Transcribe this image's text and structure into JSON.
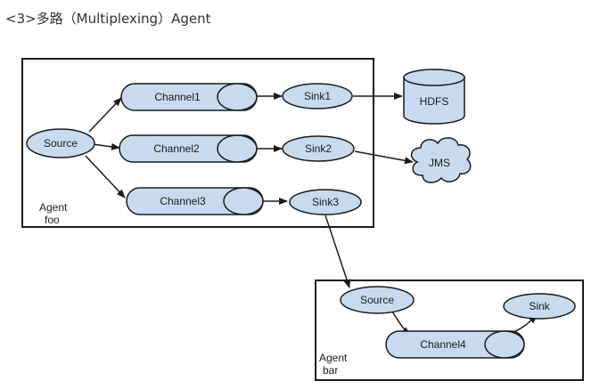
{
  "heading": "<3>多路（Multiplexing）Agent",
  "colors": {
    "node_fill": "#c8dbee",
    "stroke": "#1a1a1a",
    "background": "#ffffff"
  },
  "agent_foo": {
    "label_line1": "Agent",
    "label_line2": "foo",
    "source": "Source",
    "channels": [
      "Channel1",
      "Channel2",
      "Channel3"
    ],
    "sinks": [
      "Sink1",
      "Sink2",
      "Sink3"
    ]
  },
  "agent_bar": {
    "label_line1": "Agent",
    "label_line2": "bar",
    "source": "Source",
    "channel": "Channel4",
    "sink": "Sink"
  },
  "destinations": {
    "hdfs": "HDFS",
    "jms": "JMS"
  }
}
